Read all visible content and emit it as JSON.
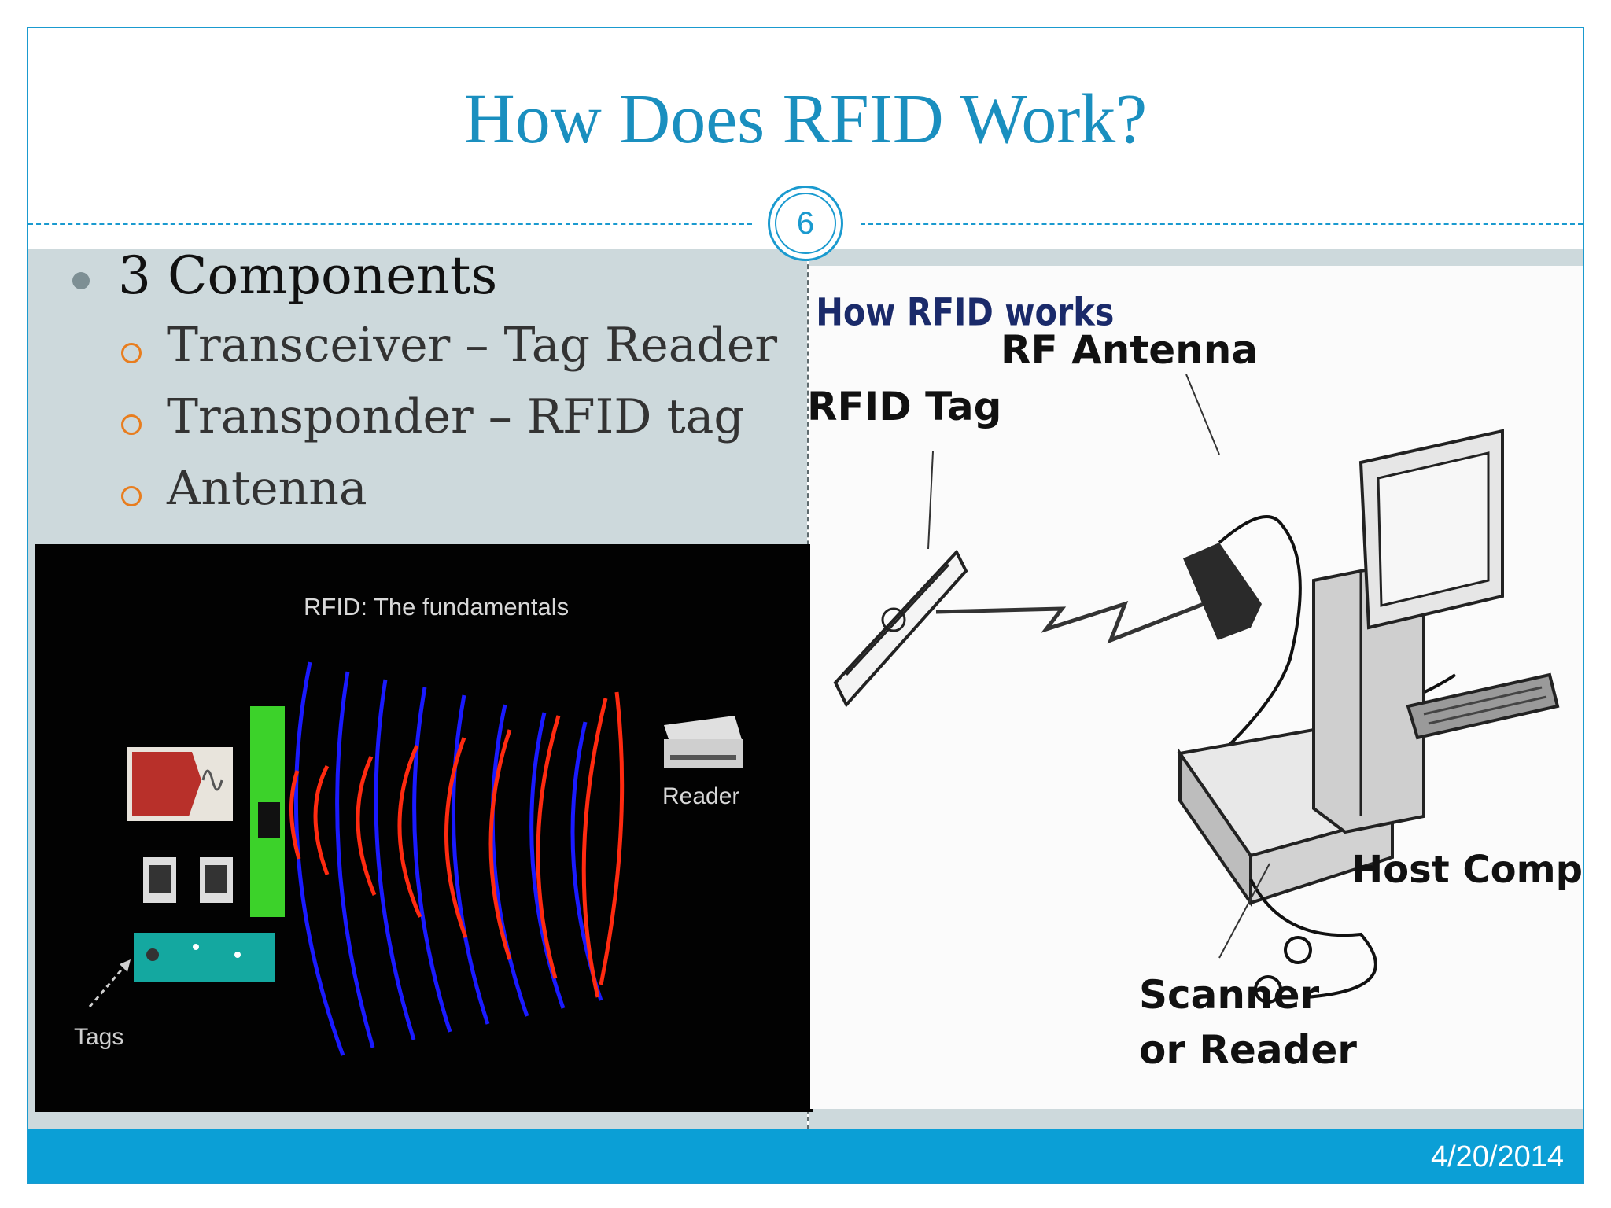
{
  "slide": {
    "title": "How Does RFID Work?",
    "number": "6",
    "date": "4/20/2014"
  },
  "bullets": {
    "main": "3 Components",
    "sub": [
      "Transceiver – Tag Reader",
      "Transponder – RFID tag",
      "Antenna"
    ]
  },
  "left_image": {
    "caption": "RFID: The fundamentals",
    "reader_label": "Reader",
    "tags_label": "Tags"
  },
  "right_image": {
    "heading": "How RFID works",
    "rf_antenna": "RF Antenna",
    "rfid_tag": "RFID Tag",
    "host_computer": "Host Computer",
    "scanner_line1": "Scanner",
    "scanner_line2": "or Reader"
  },
  "colors": {
    "accent": "#1a9acf",
    "footer": "#0b9fd6",
    "panel": "#cdd9dc",
    "bullet_ring": "#e87d1e",
    "wave_blue": "#1a1aff",
    "wave_red": "#ff2a10"
  }
}
